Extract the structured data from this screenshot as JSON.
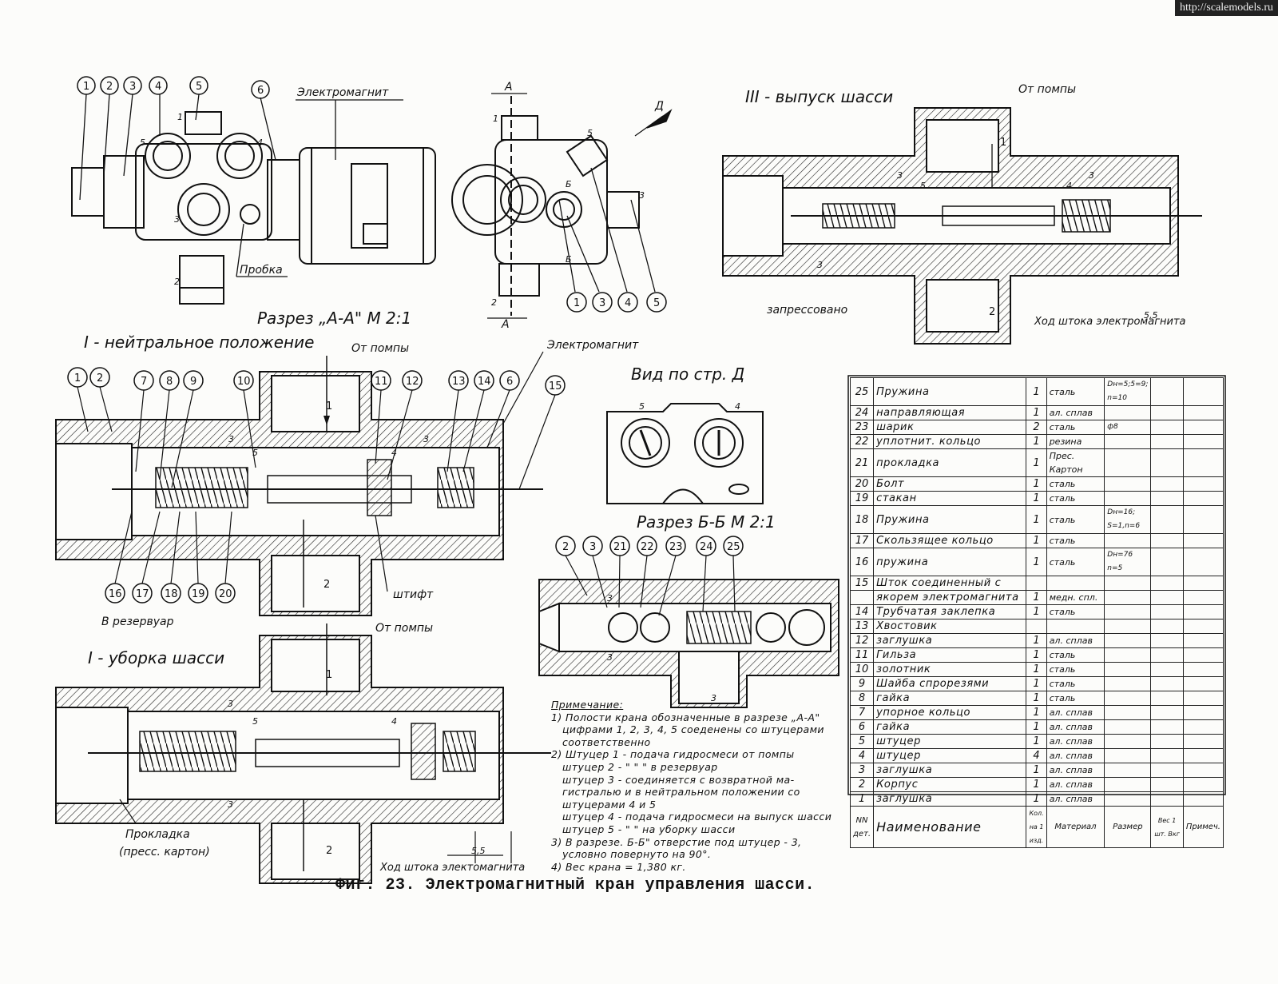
{
  "watermark": "http://scalemodels.ru",
  "caption": "Фиг. 23. Электромагнитный кран управления шасси.",
  "top_view": {
    "callouts": [
      "1",
      "2",
      "3",
      "4",
      "5",
      "6"
    ],
    "port_marks": [
      "1",
      "2",
      "3",
      "4",
      "5"
    ],
    "solenoid_label": "Электромагнит",
    "plug_label": "Пробка"
  },
  "end_view": {
    "cut_a": "А",
    "arrow_d": "Д",
    "cut_b": "Б",
    "port_marks": [
      "1",
      "2",
      "3",
      "5"
    ],
    "callouts": [
      "1",
      "3",
      "4",
      "5"
    ],
    "title": "Разрез „А-А\" М 2:1"
  },
  "section_iii": {
    "title": "III - выпуск шасси",
    "from_pump": "От помпы",
    "pressed": "запрессовано",
    "stroke": "Ход штока электромагнита",
    "dim": "5,5",
    "ports": [
      "1",
      "2",
      "3",
      "3",
      "3",
      "4",
      "5"
    ]
  },
  "section_i": {
    "title": "I - нейтральное положение",
    "from_pump": "От помпы",
    "solenoid": "Электромагнит",
    "pin": "штифт",
    "to_reservoir": "В резервуар",
    "callouts_top": [
      "1",
      "2",
      "7",
      "8",
      "9",
      "10",
      "11",
      "12",
      "13",
      "14",
      "6",
      "15"
    ],
    "callouts_bottom": [
      "16",
      "17",
      "18",
      "19",
      "20"
    ],
    "ports": [
      "1",
      "2",
      "3",
      "3",
      "4",
      "5"
    ]
  },
  "view_d": {
    "title": "Вид по стр. Д",
    "ports": [
      "5",
      "4"
    ]
  },
  "section_bb": {
    "title": "Разрез Б-Б М 2:1",
    "callouts": [
      "2",
      "3",
      "21",
      "22",
      "23",
      "24",
      "25"
    ],
    "ports": [
      "3",
      "3",
      "3"
    ]
  },
  "section_ii": {
    "title": "I - уборка шасси",
    "from_pump": "От помпы",
    "gasket": "Прокладка",
    "gasket_mat": "(пресс. картон)",
    "stroke": "Ход штока электомагнита",
    "dim": "5,5",
    "ports": [
      "1",
      "2",
      "3",
      "3",
      "4",
      "5"
    ]
  },
  "notes": {
    "title": "Примечание:",
    "lines": [
      "1) Полости крана обозначенные в разрезе „А-А\"",
      "цифрами 1, 2, 3, 4, 5 соеденены со штуцерами",
      "соответственно",
      "2) Штуцер 1 - подача гидросмеси от помпы",
      "штуцер 2 - \" \" \" в резервуар",
      "штуцер 3 - соединяется с возвратной ма-",
      "гистралью и в нейтральном положении со",
      "штуцерами 4 и 5",
      "штуцер 4 - подача гидросмеси на выпуск шасси",
      "штуцер 5 - \" \" на уборку шасси",
      "3) В разрезе. Б-Б\" отверстие под штуцер - 3,",
      "условно повернуто на 90°.",
      "4) Вес крана = 1,380 кг."
    ]
  },
  "parts": {
    "rows": [
      {
        "n": "25",
        "name": "Пружина",
        "qty": "1",
        "mat": "сталь",
        "size": "Dн=5;5=9; n=10"
      },
      {
        "n": "24",
        "name": "направляющая",
        "qty": "1",
        "mat": "ал. сплав",
        "size": ""
      },
      {
        "n": "23",
        "name": "шарик",
        "qty": "2",
        "mat": "сталь",
        "size": "ф8"
      },
      {
        "n": "22",
        "name": "уплотнит. кольцо",
        "qty": "1",
        "mat": "резина",
        "size": ""
      },
      {
        "n": "21",
        "name": "прокладка",
        "qty": "1",
        "mat": "Прес. Картон",
        "size": ""
      },
      {
        "n": "20",
        "name": "Болт",
        "qty": "1",
        "mat": "сталь",
        "size": ""
      },
      {
        "n": "19",
        "name": "стакан",
        "qty": "1",
        "mat": "сталь",
        "size": ""
      },
      {
        "n": "18",
        "name": "Пружина",
        "qty": "1",
        "mat": "сталь",
        "size": "Dн=16; S=1,n=6"
      },
      {
        "n": "17",
        "name": "Скользящее кольцо",
        "qty": "1",
        "mat": "сталь",
        "size": ""
      },
      {
        "n": "16",
        "name": "пружина",
        "qty": "1",
        "mat": "сталь",
        "size": "Dн=76 n=5"
      },
      {
        "n": "15",
        "name": "Шток соединенный с",
        "qty": "",
        "mat": "",
        "size": ""
      },
      {
        "n": "",
        "name": "якорем электромагнита",
        "qty": "1",
        "mat": "медн. спл.",
        "size": ""
      },
      {
        "n": "14",
        "name": "Трубчатая заклепка",
        "qty": "1",
        "mat": "сталь",
        "size": ""
      },
      {
        "n": "13",
        "name": "Хвостовик",
        "qty": "",
        "mat": "",
        "size": ""
      },
      {
        "n": "12",
        "name": "заглушка",
        "qty": "1",
        "mat": "ал. сплав",
        "size": ""
      },
      {
        "n": "11",
        "name": "Гильза",
        "qty": "1",
        "mat": "сталь",
        "size": ""
      },
      {
        "n": "10",
        "name": "золотник",
        "qty": "1",
        "mat": "сталь",
        "size": ""
      },
      {
        "n": "9",
        "name": "Шайба спрорезями",
        "qty": "1",
        "mat": "сталь",
        "size": ""
      },
      {
        "n": "8",
        "name": "гайка",
        "qty": "1",
        "mat": "сталь",
        "size": ""
      },
      {
        "n": "7",
        "name": "упорное кольцо",
        "qty": "1",
        "mat": "ал. сплав",
        "size": ""
      },
      {
        "n": "6",
        "name": "гайка",
        "qty": "1",
        "mat": "ал. сплав",
        "size": ""
      },
      {
        "n": "5",
        "name": "штуцер",
        "qty": "1",
        "mat": "ал. сплав",
        "size": ""
      },
      {
        "n": "4",
        "name": "штуцер",
        "qty": "4",
        "mat": "ал. сплав",
        "size": ""
      },
      {
        "n": "3",
        "name": "заглушка",
        "qty": "1",
        "mat": "ал. сплав",
        "size": ""
      },
      {
        "n": "2",
        "name": "Корпус",
        "qty": "1",
        "mat": "ал. сплав",
        "size": ""
      },
      {
        "n": "1",
        "name": "заглушка",
        "qty": "1",
        "mat": "ал. сплав",
        "size": ""
      }
    ],
    "header": {
      "n": "NN дет.",
      "name": "Наименование",
      "qty": "Кол. на 1 изд.",
      "mat": "Материал",
      "size": "Размер",
      "w": "Вес 1 шт. Вкг",
      "note": "Примеч."
    }
  }
}
